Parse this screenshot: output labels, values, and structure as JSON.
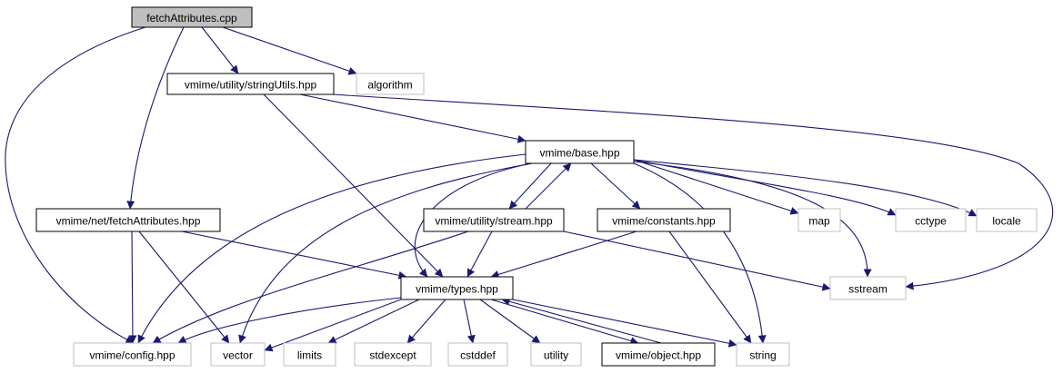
{
  "colors": {
    "edge": "#191970",
    "root_fill": "#bfbfbf",
    "strong_border": "#000000",
    "weak_border": "#bfbfbf",
    "label": "#000000"
  },
  "nodes": {
    "fetchAttributes_cpp": {
      "label": "fetchAttributes.cpp",
      "style": "root"
    },
    "stringUtils": {
      "label": "vmime/utility/stringUtils.hpp",
      "style": "strong"
    },
    "algorithm": {
      "label": "algorithm",
      "style": "weak"
    },
    "base": {
      "label": "vmime/base.hpp",
      "style": "strong"
    },
    "net_fetchAttributes": {
      "label": "vmime/net/fetchAttributes.hpp",
      "style": "strong"
    },
    "stream": {
      "label": "vmime/utility/stream.hpp",
      "style": "strong"
    },
    "constants": {
      "label": "vmime/constants.hpp",
      "style": "strong"
    },
    "map": {
      "label": "map",
      "style": "weak"
    },
    "cctype": {
      "label": "cctype",
      "style": "weak"
    },
    "locale": {
      "label": "locale",
      "style": "weak"
    },
    "types": {
      "label": "vmime/types.hpp",
      "style": "strong"
    },
    "sstream": {
      "label": "sstream",
      "style": "weak"
    },
    "config": {
      "label": "vmime/config.hpp",
      "style": "weak"
    },
    "vector": {
      "label": "vector",
      "style": "weak"
    },
    "limits": {
      "label": "limits",
      "style": "weak"
    },
    "stdexcept": {
      "label": "stdexcept",
      "style": "weak"
    },
    "cstddef": {
      "label": "cstddef",
      "style": "weak"
    },
    "utility": {
      "label": "utility",
      "style": "weak"
    },
    "object": {
      "label": "vmime/object.hpp",
      "style": "strong"
    },
    "string": {
      "label": "string",
      "style": "weak"
    }
  },
  "edges": [
    [
      "fetchAttributes_cpp",
      "stringUtils"
    ],
    [
      "fetchAttributes_cpp",
      "algorithm"
    ],
    [
      "fetchAttributes_cpp",
      "net_fetchAttributes"
    ],
    [
      "fetchAttributes_cpp",
      "config"
    ],
    [
      "stringUtils",
      "base"
    ],
    [
      "stringUtils",
      "types"
    ],
    [
      "stringUtils",
      "sstream"
    ],
    [
      "base",
      "stream"
    ],
    [
      "base",
      "constants"
    ],
    [
      "base",
      "map"
    ],
    [
      "base",
      "cctype"
    ],
    [
      "base",
      "locale"
    ],
    [
      "base",
      "sstream"
    ],
    [
      "base",
      "string"
    ],
    [
      "base",
      "types"
    ],
    [
      "base",
      "vector"
    ],
    [
      "base",
      "config"
    ],
    [
      "stream",
      "base"
    ],
    [
      "stream",
      "types"
    ],
    [
      "stream",
      "sstream"
    ],
    [
      "stream",
      "config"
    ],
    [
      "constants",
      "types"
    ],
    [
      "constants",
      "string"
    ],
    [
      "net_fetchAttributes",
      "types"
    ],
    [
      "net_fetchAttributes",
      "config"
    ],
    [
      "net_fetchAttributes",
      "vector"
    ],
    [
      "types",
      "config"
    ],
    [
      "types",
      "vector"
    ],
    [
      "types",
      "limits"
    ],
    [
      "types",
      "stdexcept"
    ],
    [
      "types",
      "cstddef"
    ],
    [
      "types",
      "utility"
    ],
    [
      "types",
      "object"
    ],
    [
      "types",
      "string"
    ],
    [
      "object",
      "types"
    ]
  ]
}
